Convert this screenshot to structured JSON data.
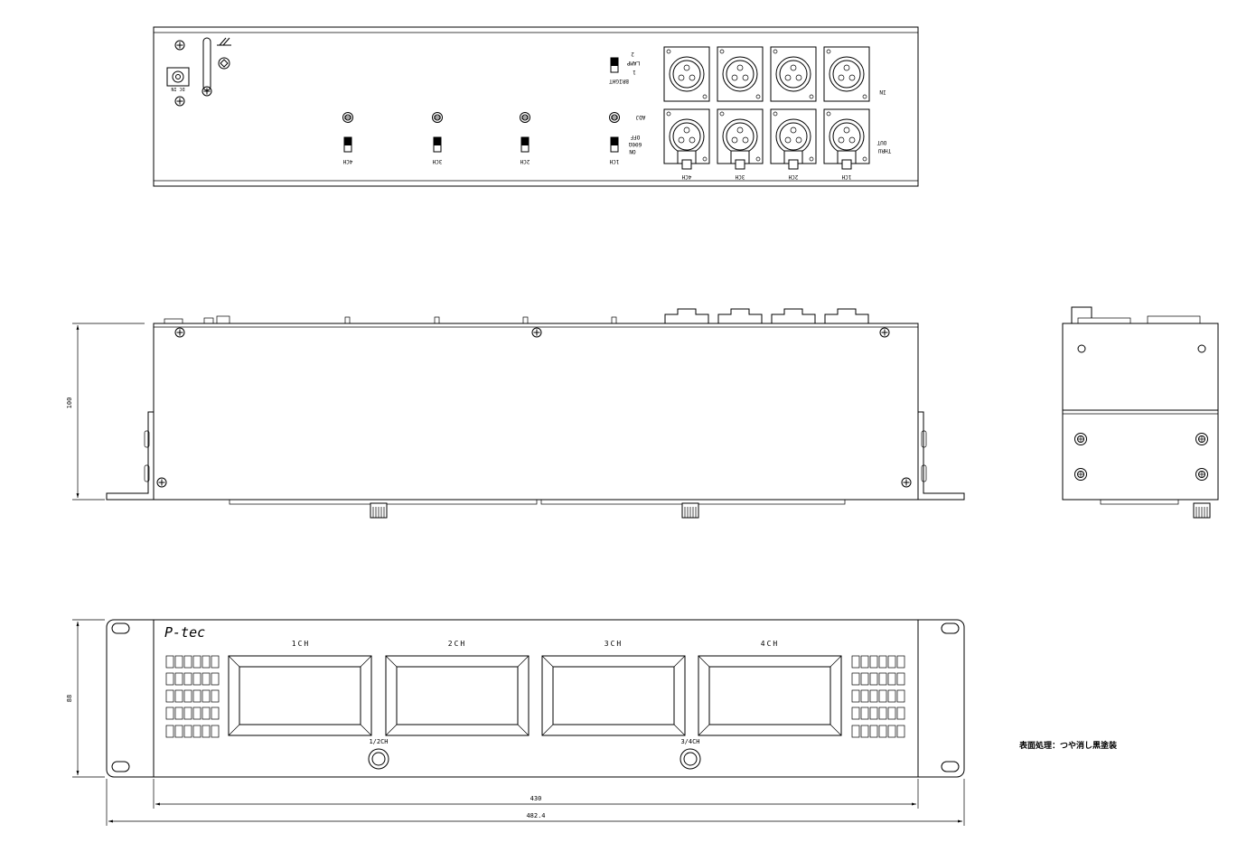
{
  "rear_panel": {
    "dc_in": "DC IN",
    "lamp": "LAMP",
    "lamp_1": "1",
    "lamp_2": "2",
    "bright": "BRIGHT",
    "adj": "ADJ",
    "term_on": "ON",
    "term_ohm": "600Ω",
    "term_off": "OFF",
    "in": "IN",
    "thru": "THRU",
    "out": "OUT",
    "switch_labels": [
      "1CH",
      "2CH",
      "3CH",
      "4CH"
    ],
    "connector_labels": [
      "1CH",
      "2CH",
      "3CH",
      "4CH"
    ]
  },
  "front_panel": {
    "logo": "P-tec",
    "channels": [
      "1CH",
      "2CH",
      "3CH",
      "4CH"
    ],
    "buttons": [
      "1/2CH",
      "3/4CH"
    ]
  },
  "dimensions": {
    "height_side": "100",
    "height_front": "88",
    "width_inner": "430",
    "width_total": "482.4"
  },
  "finish_note": "表面処理：つや消し黒塗装"
}
